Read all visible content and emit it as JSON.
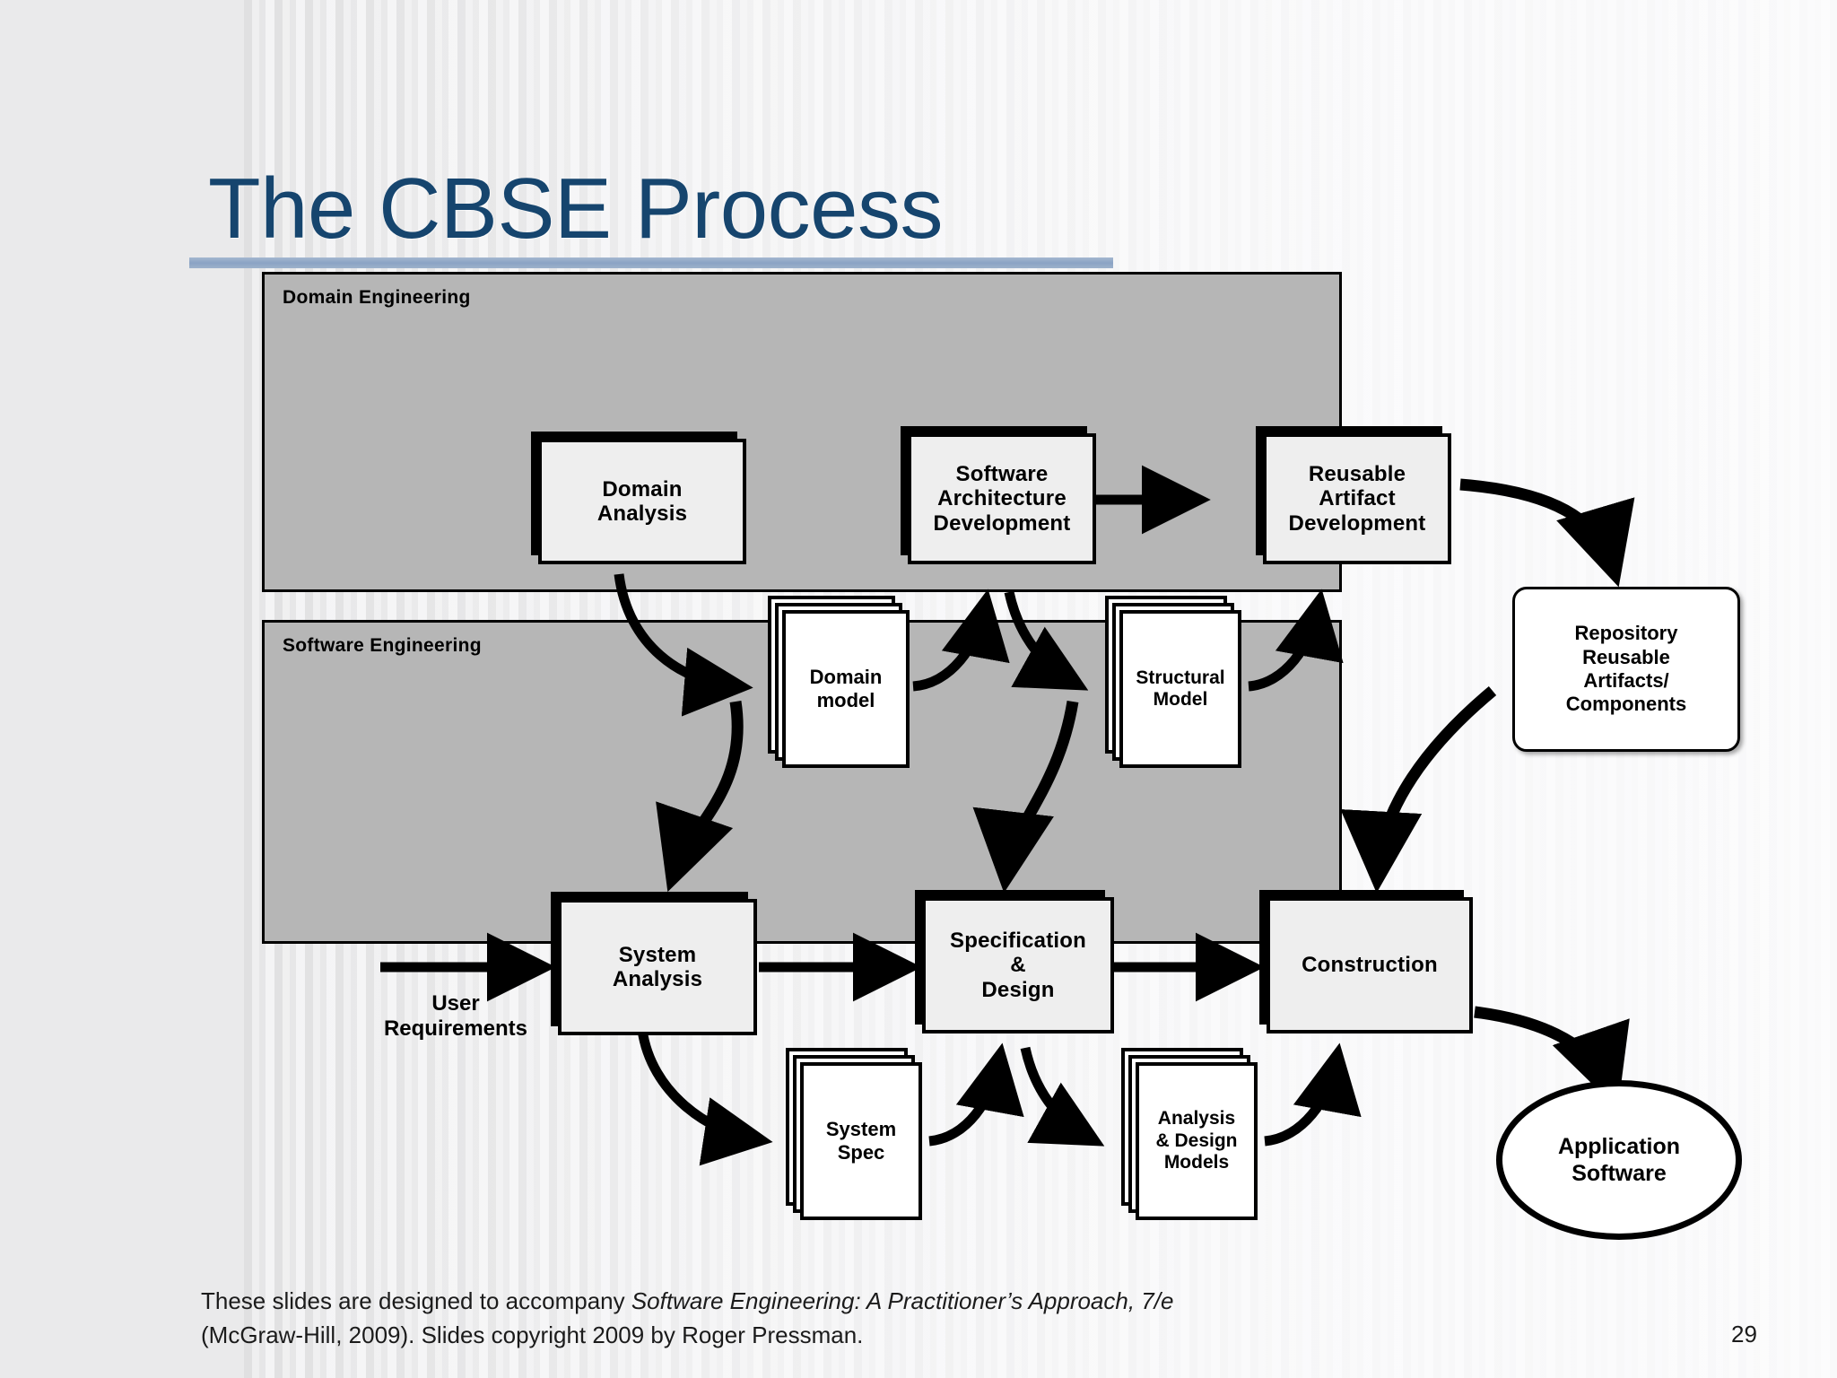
{
  "slide": {
    "title": "The CBSE Process",
    "page_number": "29",
    "accent_bar_color": "#8ba3c4",
    "title_color": "#16456e",
    "panel_fill": "#b6b6b6",
    "process_box_fill": "#eeeeee",
    "artifact_fill": "#ffffff"
  },
  "footer": {
    "line1_pre": "These slides are designed to accompany ",
    "line1_italic": "Software Engineering: A Practitioner’s Approach, 7/e",
    "line2": "(McGraw-Hill, 2009). Slides copyright 2009 by Roger Pressman."
  },
  "domain_engineering": {
    "label": "Domain Engineering",
    "processes": [
      {
        "id": "domain-analysis",
        "label": "Domain\nAnalysis"
      },
      {
        "id": "software-architecture-development",
        "label": "Software\nArchitecture\nDevelopment"
      },
      {
        "id": "reusable-artifact-development",
        "label": "Reusable\nArtifact\nDevelopment"
      }
    ],
    "artifacts": [
      {
        "id": "domain-model",
        "label": "Domain\nmodel"
      },
      {
        "id": "structural-model",
        "label": "Structural\nModel"
      }
    ],
    "repository": {
      "id": "repository",
      "label": "Repository\nReusable\nArtifacts/\nComponents"
    }
  },
  "software_engineering": {
    "label": "Software Engineering",
    "input_label": "User\nRequirements",
    "processes": [
      {
        "id": "system-analysis",
        "label": "System\nAnalysis"
      },
      {
        "id": "specification-and-design",
        "label": "Specification\n&\nDesign"
      },
      {
        "id": "construction",
        "label": "Construction"
      }
    ],
    "artifacts": [
      {
        "id": "system-spec",
        "label": "System\nSpec"
      },
      {
        "id": "analysis-design-models",
        "label": "Analysis\n& Design\nModels"
      }
    ],
    "output": {
      "id": "application-software",
      "label": "Application\nSoftware"
    }
  },
  "chart_data": {
    "type": "diagram",
    "title": "The CBSE Process",
    "swimlanes": [
      {
        "name": "Domain Engineering",
        "nodes": [
          "Domain Analysis",
          "Software Architecture Development",
          "Reusable Artifact Development",
          "Domain model",
          "Structural Model",
          "Repository Reusable Artifacts/Components"
        ],
        "edges": [
          [
            "Domain Analysis",
            "Software Architecture Development"
          ],
          [
            "Software Architecture Development",
            "Reusable Artifact Development"
          ],
          [
            "Domain Analysis",
            "Domain model"
          ],
          [
            "Domain model",
            "Software Architecture Development"
          ],
          [
            "Software Architecture Development",
            "Structural Model"
          ],
          [
            "Structural Model",
            "Reusable Artifact Development"
          ],
          [
            "Reusable Artifact Development",
            "Repository Reusable Artifacts/Components"
          ]
        ]
      },
      {
        "name": "Software Engineering",
        "nodes": [
          "User Requirements",
          "System Analysis",
          "Specification & Design",
          "Construction",
          "System Spec",
          "Analysis & Design Models",
          "Application Software"
        ],
        "edges": [
          [
            "User Requirements",
            "System Analysis"
          ],
          [
            "System Analysis",
            "Specification & Design"
          ],
          [
            "Specification & Design",
            "Construction"
          ],
          [
            "System Analysis",
            "System Spec"
          ],
          [
            "System Spec",
            "Specification & Design"
          ],
          [
            "Specification & Design",
            "Analysis & Design Models"
          ],
          [
            "Analysis & Design Models",
            "Construction"
          ],
          [
            "Construction",
            "Application Software"
          ]
        ]
      }
    ],
    "cross_lane_edges": [
      [
        "Domain model",
        "System Analysis"
      ],
      [
        "Structural Model",
        "Specification & Design"
      ],
      [
        "Repository Reusable Artifacts/Components",
        "Construction"
      ]
    ]
  }
}
